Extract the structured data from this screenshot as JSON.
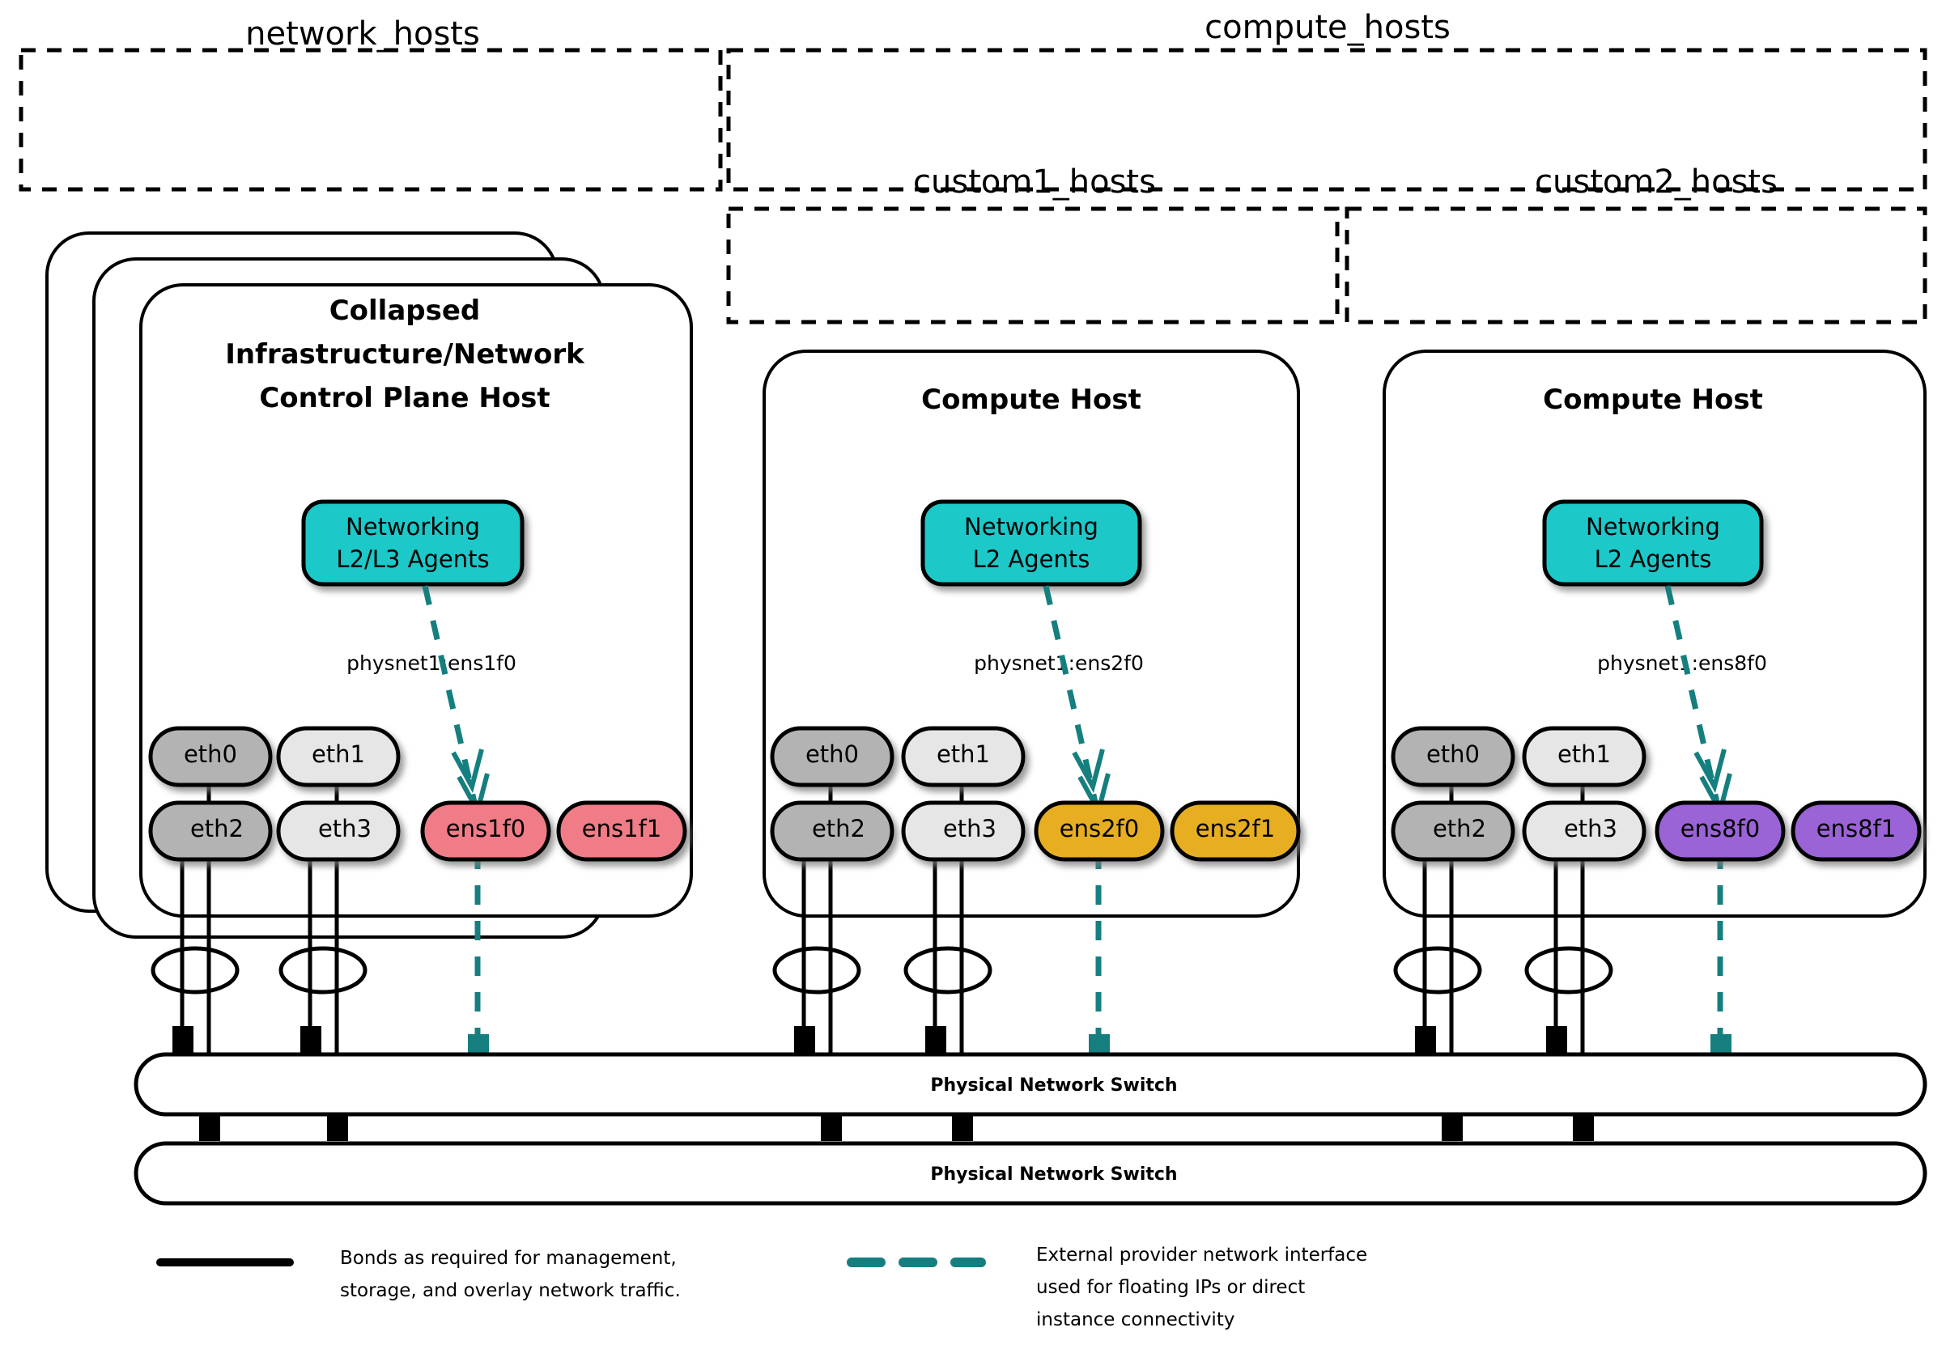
{
  "groups": [
    {
      "id": "network_hosts",
      "label": "network_hosts"
    },
    {
      "id": "compute_hosts",
      "label": "compute_hosts"
    },
    {
      "id": "custom1_hosts",
      "label": "custom1_hosts"
    },
    {
      "id": "custom2_hosts",
      "label": "custom2_hosts"
    }
  ],
  "hosts": [
    {
      "id": "collapsed-control-plane-host",
      "title_lines": [
        "Collapsed",
        "Infrastructure/Network",
        "Control Plane Host"
      ],
      "stacked": true,
      "stack_count": 3,
      "agent": {
        "lines": [
          "Networking",
          "L2/L3 Agents"
        ],
        "color": "#1ec8c8"
      },
      "physnet_label": "physnet1:ens1f0",
      "nics_top": [
        {
          "name": "eth0",
          "color": "#b3b3b3",
          "text_color": "#000000"
        },
        {
          "name": "eth1",
          "color": "#e6e6e6",
          "text_color": "#000000"
        }
      ],
      "nics_bottom": [
        {
          "name": "eth2",
          "color": "#b3b3b3",
          "text_color": "#000000"
        },
        {
          "name": "eth3",
          "color": "#e6e6e6",
          "text_color": "#000000"
        },
        {
          "name": "ens1f0",
          "color": "#ef7b86",
          "text_color": "#000000"
        },
        {
          "name": "ens1f1",
          "color": "#ef7b86",
          "text_color": "#000000"
        }
      ]
    },
    {
      "id": "compute-host-1",
      "title_lines": [
        "Compute Host"
      ],
      "stacked": false,
      "stack_count": 1,
      "agent": {
        "lines": [
          "Networking",
          "L2 Agents"
        ],
        "color": "#1ec8c8"
      },
      "physnet_label": "physnet1:ens2f0",
      "nics_top": [
        {
          "name": "eth0",
          "color": "#b3b3b3",
          "text_color": "#000000"
        },
        {
          "name": "eth1",
          "color": "#e6e6e6",
          "text_color": "#000000"
        }
      ],
      "nics_bottom": [
        {
          "name": "eth2",
          "color": "#b3b3b3",
          "text_color": "#000000"
        },
        {
          "name": "eth3",
          "color": "#e6e6e6",
          "text_color": "#000000"
        },
        {
          "name": "ens2f0",
          "color": "#e8ae24",
          "text_color": "#000000"
        },
        {
          "name": "ens2f1",
          "color": "#e8ae24",
          "text_color": "#000000"
        }
      ]
    },
    {
      "id": "compute-host-2",
      "title_lines": [
        "Compute Host"
      ],
      "stacked": false,
      "stack_count": 1,
      "agent": {
        "lines": [
          "Networking",
          "L2 Agents"
        ],
        "color": "#1ec8c8"
      },
      "physnet_label": "physnet1:ens8f0",
      "nics_top": [
        {
          "name": "eth0",
          "color": "#b3b3b3",
          "text_color": "#000000"
        },
        {
          "name": "eth1",
          "color": "#e6e6e6",
          "text_color": "#000000"
        }
      ],
      "nics_bottom": [
        {
          "name": "eth2",
          "color": "#b3b3b3",
          "text_color": "#000000"
        },
        {
          "name": "eth3",
          "color": "#e6e6e6",
          "text_color": "#000000"
        },
        {
          "name": "ens8f0",
          "color": "#9a63d6",
          "text_color": "#ffffff"
        },
        {
          "name": "ens8f1",
          "color": "#9a63d6",
          "text_color": "#ffffff"
        }
      ]
    }
  ],
  "switches": [
    {
      "id": "switch-top",
      "label": "Physical Network Switch"
    },
    {
      "id": "switch-bottom",
      "label": "Physical Network Switch"
    }
  ],
  "legend": [
    {
      "id": "legend-bond",
      "style": "solid",
      "color": "#000000",
      "lines": [
        "Bonds as required for management,",
        "storage, and overlay network traffic."
      ]
    },
    {
      "id": "legend-provider",
      "style": "dashed",
      "color": "#157f7f",
      "lines": [
        "External provider network interface",
        "used for floating IPs or direct",
        "instance connectivity"
      ]
    }
  ],
  "colors": {
    "teal_dash": "#157f7f",
    "agent_fill": "#1ec8c8",
    "nic_dark_gray": "#b3b3b3",
    "nic_light_gray": "#e6e6e6",
    "nic_pink": "#ef7b86",
    "nic_amber": "#e8ae24",
    "nic_purple": "#9a63d6",
    "stroke": "#000000",
    "background": "#ffffff"
  }
}
